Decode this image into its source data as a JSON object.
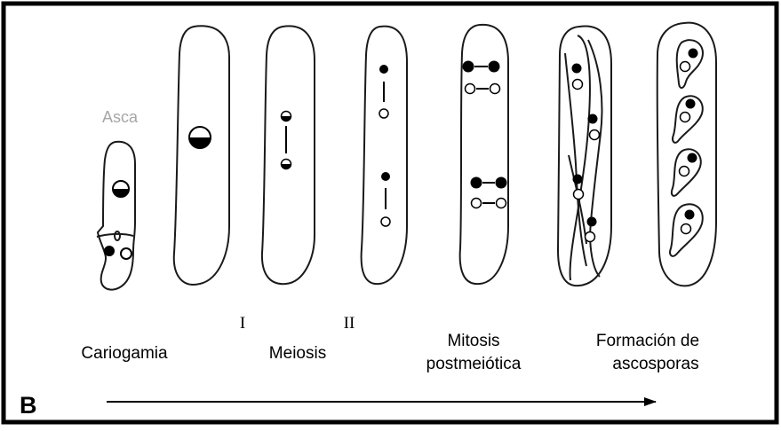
{
  "panel_letter": "B",
  "asca_label": "Asca",
  "stage_labels": {
    "cariogamia": "Cariogamia",
    "meiosis_I": "I",
    "meiosis": "Meiosis",
    "meiosis_II": "II",
    "mitosis_line1": "Mitosis",
    "mitosis_line2": "postmeiótica",
    "formacion_line1": "Formación de",
    "formacion_line2": "ascosporas"
  },
  "colors": {
    "frame": "#000000",
    "outline": "#1a1a1a",
    "asca_label": "#a6a6a6",
    "nucleus_filled": "#000000",
    "nucleus_empty": "#ffffff"
  }
}
